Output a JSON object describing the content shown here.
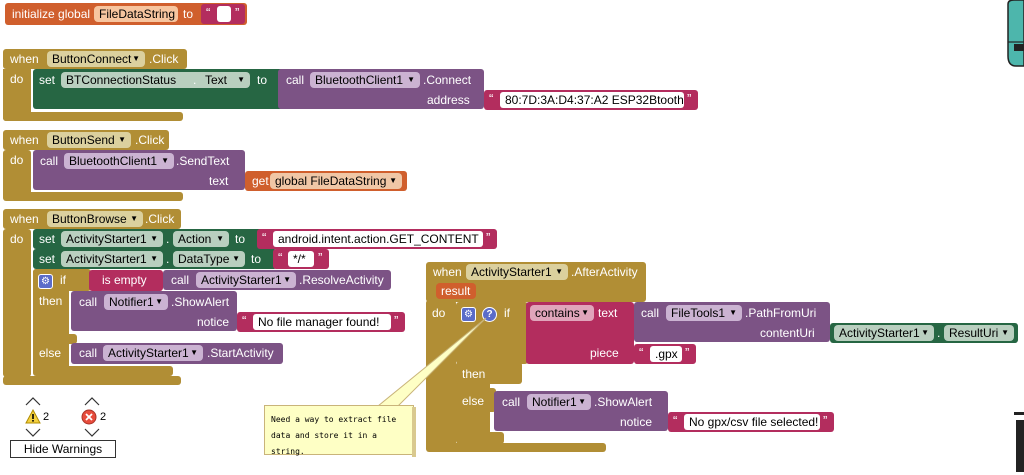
{
  "global_init": {
    "label": "initialize global",
    "var_name": "FileDataString",
    "to": "to",
    "value": " "
  },
  "btn_connect": {
    "when": "when",
    "component": "ButtonConnect",
    "event": ".Click",
    "do": "do",
    "set": "set",
    "target": "BTConnectionStatus",
    "dot": ".",
    "prop": "Text",
    "to": "to",
    "call": "call",
    "call_component": "BluetoothClient1",
    "call_method": ".Connect",
    "param": "address",
    "address_value": "80:7D:3A:D4:37:A2 ESP32Btooth"
  },
  "btn_send": {
    "when": "when",
    "component": "ButtonSend",
    "event": ".Click",
    "do": "do",
    "call": "call",
    "call_component": "BluetoothClient1",
    "call_method": ".SendText",
    "param": "text",
    "get": "get",
    "get_var": "global FileDataString"
  },
  "btn_browse": {
    "when": "when",
    "component": "ButtonBrowse",
    "event": ".Click",
    "do": "do",
    "set1": "set",
    "set1_comp": "ActivityStarter1",
    "dot": ".",
    "set1_prop": "Action",
    "to": "to",
    "set1_value": "android.intent.action.GET_CONTENT",
    "set2": "set",
    "set2_comp": "ActivityStarter1",
    "set2_prop": "DataType",
    "set2_value": "*/*",
    "if": "if",
    "is_empty": "is empty",
    "call": "call",
    "if_comp": "ActivityStarter1",
    "if_method": ".ResolveActivity",
    "then": "then",
    "alert_comp": "Notifier1",
    "alert_method": ".ShowAlert",
    "notice": "notice",
    "alert_value": "No file manager found!",
    "else": "else",
    "else_comp": "ActivityStarter1",
    "else_method": ".StartActivity"
  },
  "after_activity": {
    "when": "when",
    "component": "ActivityStarter1",
    "event": ".AfterActivity",
    "result": "result",
    "do": "do",
    "if": "if",
    "contains": "contains",
    "text": "text",
    "call": "call",
    "path_comp": "FileTools1",
    "path_method": ".PathFromUri",
    "content_uri": "contentUri",
    "result_comp": "ActivityStarter1",
    "result_prop": "ResultUri",
    "dot": ".",
    "piece": "piece",
    "piece_value": ".gpx",
    "then": "then",
    "else": "else",
    "alert_comp": "Notifier1",
    "alert_method": ".ShowAlert",
    "notice": "notice",
    "alert_value": "No gpx/csv file selected!"
  },
  "comment": {
    "line1": "Need a way to extract file",
    "line2": "data and store it in a string."
  },
  "warnings": {
    "warn_count": "2",
    "error_count": "2",
    "hide_label": "Hide Warnings"
  },
  "colors": {
    "event": "#b18e35",
    "setter": "#266643",
    "procedure": "#7c5385",
    "text": "#b32d5e",
    "variable": "#d05f2d",
    "control": "#b18e35"
  }
}
